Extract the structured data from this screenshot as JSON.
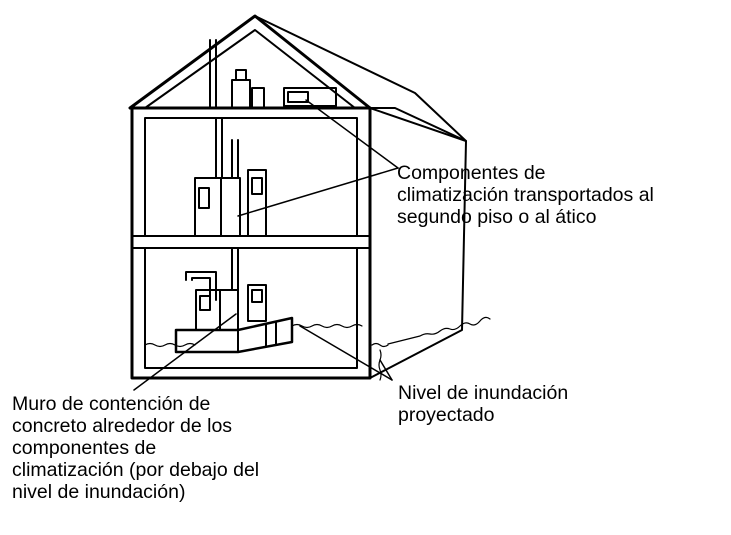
{
  "diagram": {
    "labels": {
      "components_moved": "Componentes de\nclimatización transportados al\nsegundo piso o al ático",
      "flood_level": "Nivel de inundación\nproyectado",
      "retaining_wall": "Muro de contención de\nconcreto alrededor de los\ncomponentes de\nclimatización (por debajo del\nnivel de inundación)"
    }
  }
}
